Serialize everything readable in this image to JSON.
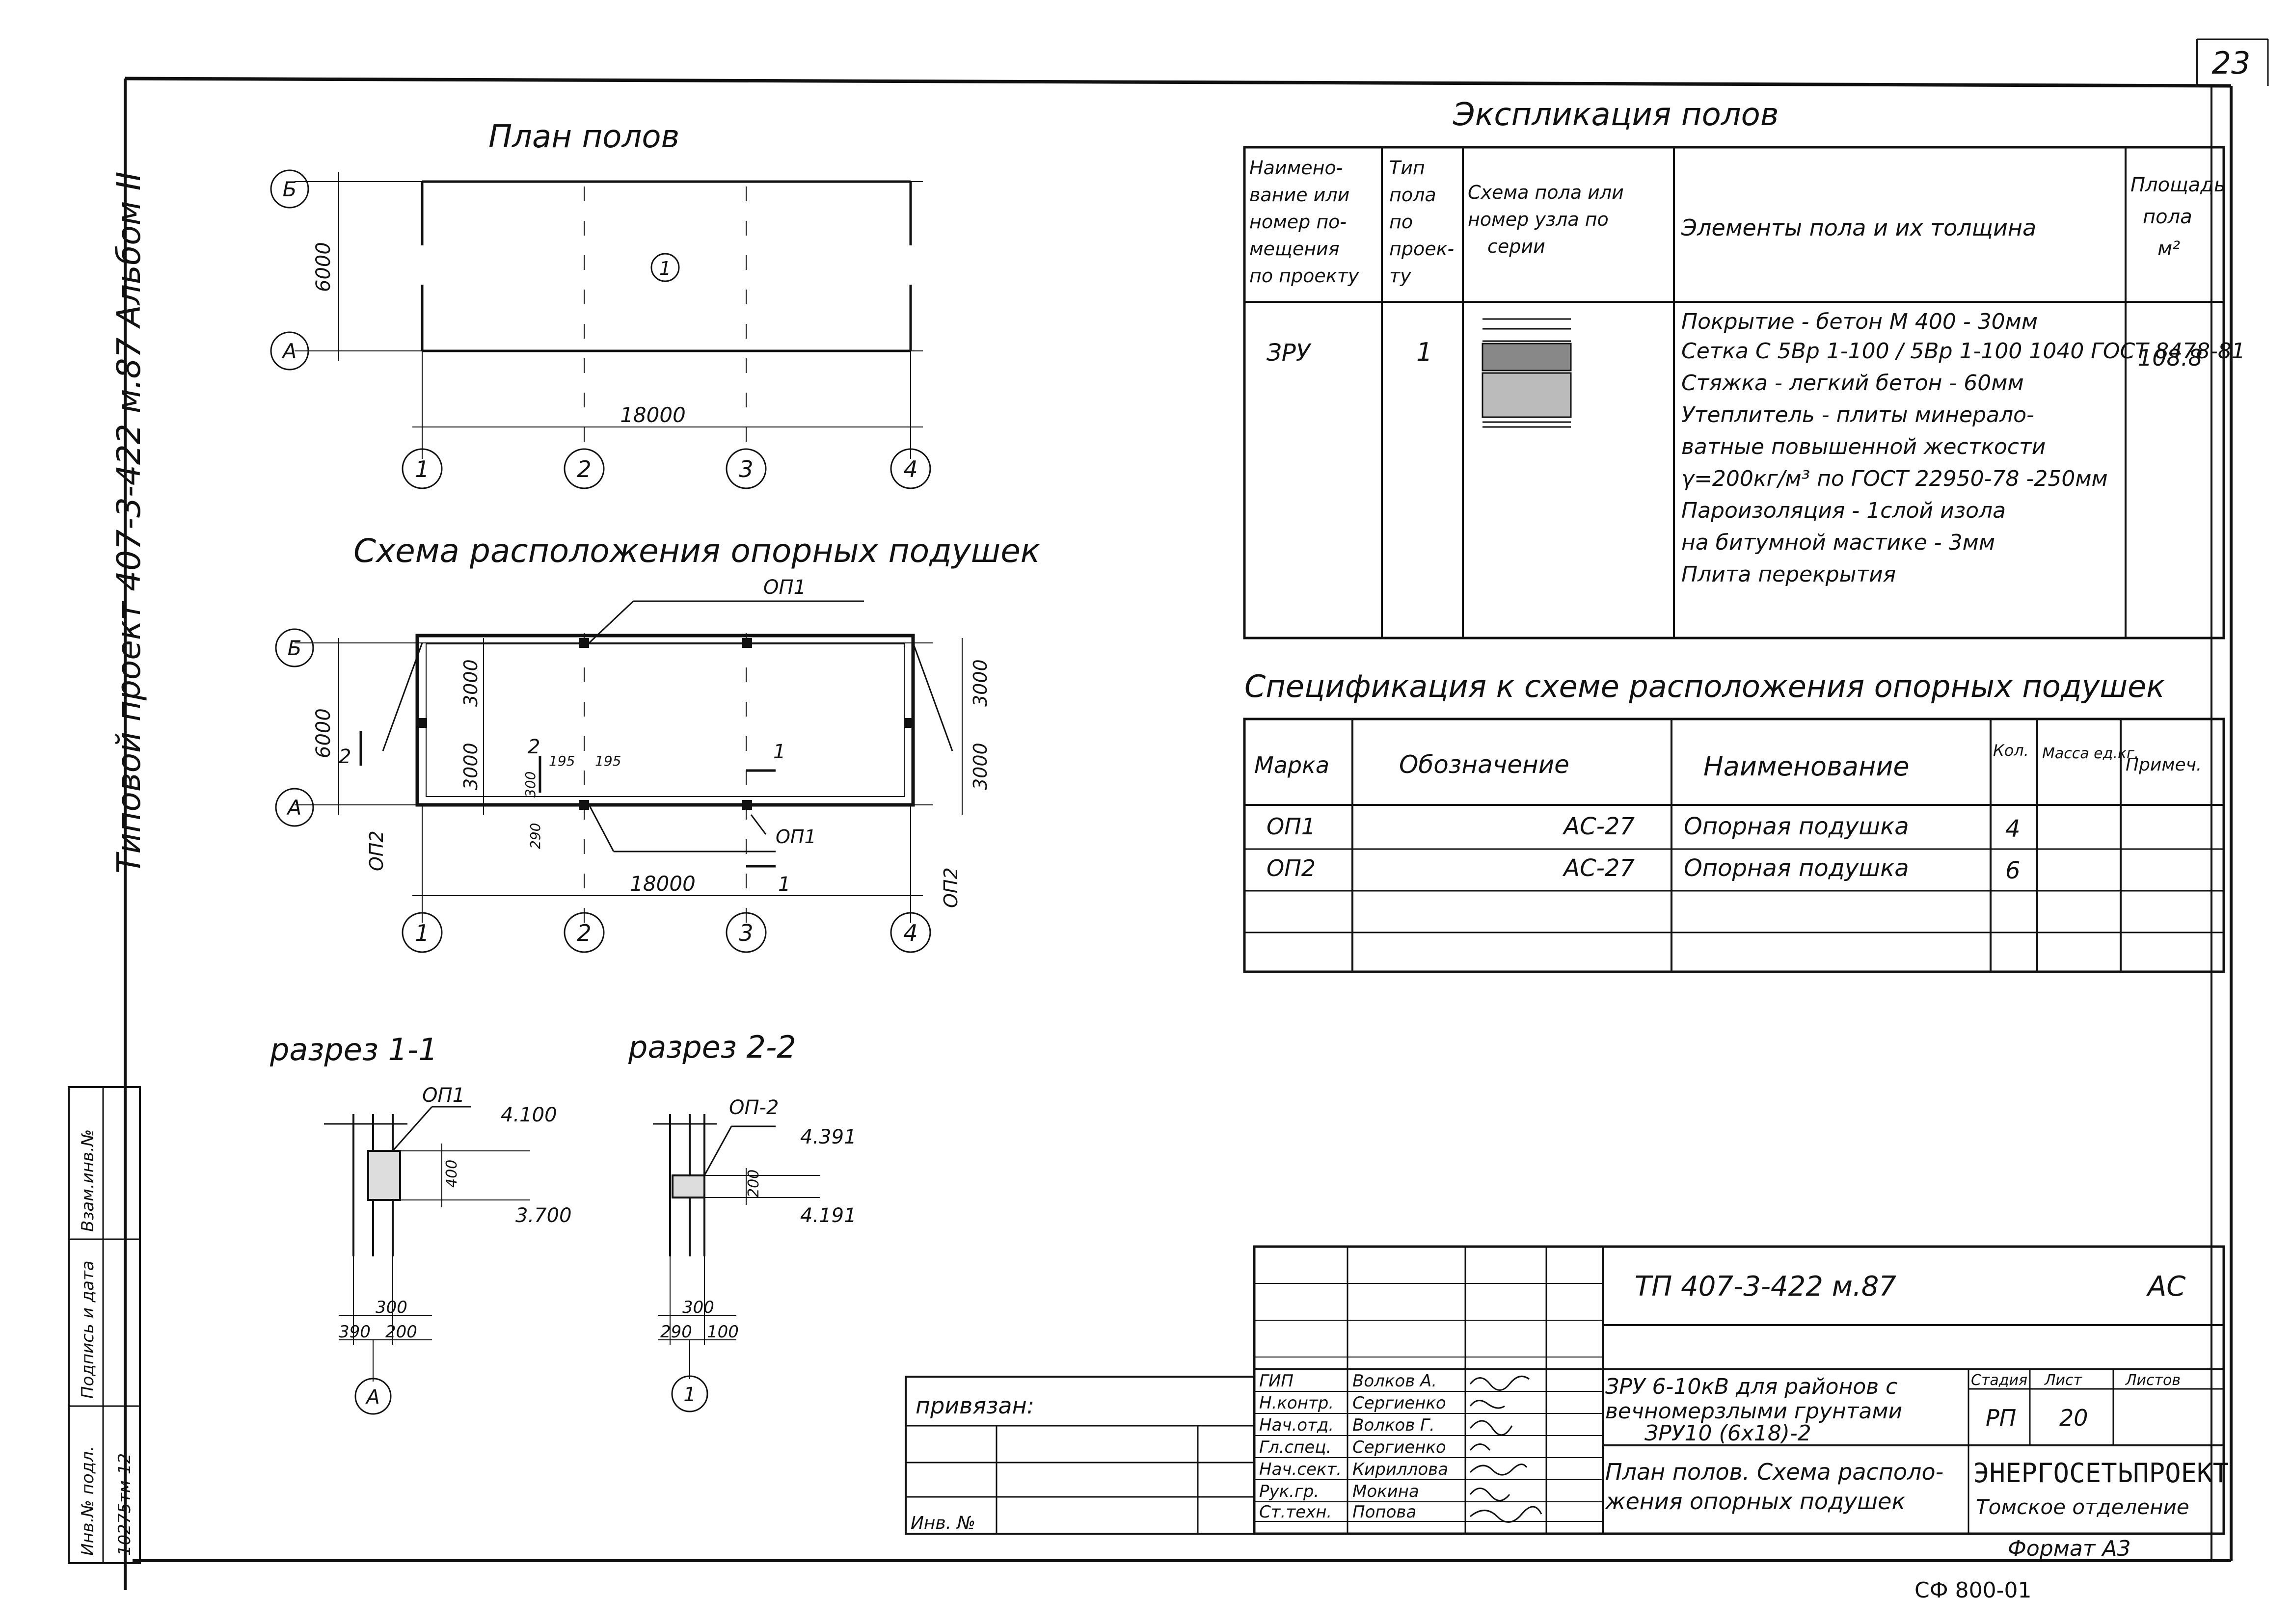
{
  "sheet_number": "23",
  "album": "Типовой проект  407-3-422 м.87  Альбом II",
  "floor_plan": {
    "title": "План полов",
    "axis_rows": [
      "Б",
      "А"
    ],
    "axis_cols": [
      "1",
      "2",
      "3",
      "4"
    ],
    "dim_height": "6000",
    "dim_length": "18000",
    "room_mark": "1"
  },
  "pads_scheme": {
    "title": "Схема расположения опорных подушек",
    "axis_rows": [
      "Б",
      "А"
    ],
    "axis_cols": [
      "1",
      "2",
      "3",
      "4"
    ],
    "dim_total_height": "6000",
    "dim_half": "3000",
    "dim_length": "18000",
    "label_op1": "ОП1",
    "label_op2": "ОП2",
    "dim_195": "195",
    "dim_300": "300",
    "dim_290": "290",
    "section_1": "1",
    "section_2": "2"
  },
  "section_1": {
    "title": "разрез 1-1",
    "mark": "ОП1",
    "elev_top": "4.100",
    "elev_bottom": "3.700",
    "dim_height": "400",
    "dim_width": "300",
    "dim_a": "390",
    "dim_b": "200",
    "axis": "А"
  },
  "section_2": {
    "title": "разрез 2-2",
    "mark": "ОП-2",
    "elev_top": "4.391",
    "elev_bottom": "4.191",
    "dim_height": "200",
    "dim_width": "300",
    "dim_a": "290",
    "dim_b": "100",
    "axis": "1"
  },
  "explication": {
    "title": "Экспликация полов",
    "headers": {
      "room": [
        "Наимено-",
        "вание или",
        "номер по-",
        "мещения",
        "по проекту"
      ],
      "type": [
        "Тип",
        "пола",
        "по",
        "проек-",
        "ту"
      ],
      "scheme": [
        "Схема пола или",
        "номер узла по",
        "серии"
      ],
      "elements": "Элементы пола и их толщина",
      "area": [
        "Площадь",
        "пола",
        "м²"
      ]
    },
    "row": {
      "room": "ЗРУ",
      "type": "1",
      "elements": [
        "Покрытие - бетон М 400 - 30мм",
        "Сетка С  5Вр 1-100 / 5Вр 1-100  1040 ГОСТ 8478-81",
        "Стяжка - легкий бетон   - 60мм",
        "Утеплитель - плиты минерало-",
        "ватные повышенной жесткости",
        "γ=200кг/м³ по ГОСТ 22950-78  -250мм",
        "Пароизоляция - 1слой изола",
        "на битумной  мастике - 3мм",
        "Плита  перекрытия"
      ],
      "area": "108.8"
    }
  },
  "specification": {
    "title": "Спецификация к схеме расположения опорных подушек",
    "headers": [
      "Марка",
      "Обозначение",
      "Наименование",
      "Кол.",
      "Масса ед.кг.",
      "Примеч."
    ],
    "rows": [
      [
        "ОП1",
        "АС-27",
        "Опорная подушка",
        "4",
        "",
        ""
      ],
      [
        "ОП2",
        "АС-27",
        "Опорная подушка",
        "6",
        "",
        ""
      ]
    ]
  },
  "title_block": {
    "code": "ТП  407-3-422 м.87",
    "mark": "АС",
    "project": [
      "ЗРУ 6-10кВ для районов с",
      "вечномерзлыми грунтами",
      "ЗРУ10 (6х18)-2"
    ],
    "sheet_title": [
      "План полов. Схема располо-",
      "жения опорных подушек"
    ],
    "col_stage": "Стадия",
    "col_sheet": "Лист",
    "col_sheets": "Листов",
    "stage": "РП",
    "sheet": "20",
    "sheets": "",
    "company": "ЭНЕРГОСЕТЬПРОЕКТ",
    "branch": "Томское отделение",
    "roles": [
      "ГИП",
      "Н.контр.",
      "Нач.отд.",
      "Гл.спец.",
      "Нач.сект.",
      "Рук.гр.",
      "Ст.техн."
    ],
    "names": [
      "Волков А.",
      "Сергиенко",
      "Волков Г.",
      "Сергиенко",
      "Кириллова",
      "Мокина",
      "Попова"
    ],
    "privyazan": "привязан:",
    "inv": "Инв. №"
  },
  "left_stamp": [
    "Инв.№ подл.",
    "Подпись и дата",
    "Взам.инв.№"
  ],
  "left_stamp_value": "10275тм-12",
  "format": "Формат А3",
  "form_code": "СФ 800-01"
}
